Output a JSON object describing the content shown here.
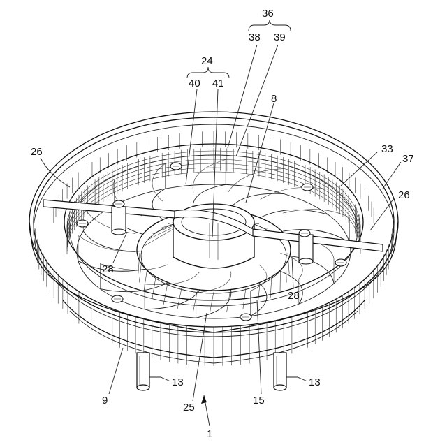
{
  "figure": {
    "labels": {
      "l36": "36",
      "l38": "38",
      "l39": "39",
      "l24": "24",
      "l40": "40",
      "l41": "41",
      "l8": "8",
      "l26a": "26",
      "l33": "33",
      "l37": "37",
      "l26b": "26",
      "l28a": "28",
      "l28b": "28",
      "l9": "9",
      "l13a": "13",
      "l13b": "13",
      "l25": "25",
      "l15": "15",
      "l1": "1"
    }
  }
}
